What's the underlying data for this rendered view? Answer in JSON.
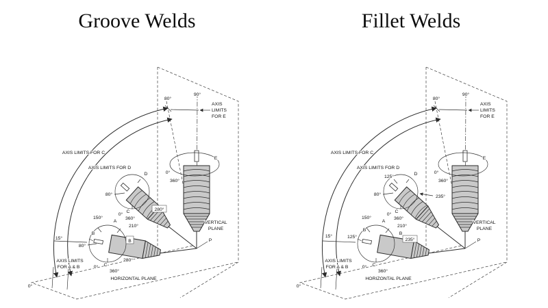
{
  "figure": {
    "description": "Welding test position diagrams",
    "colors": {
      "background": "#ffffff",
      "line": "#2b2b2b",
      "specimen_fill": "#c9c9c9"
    }
  },
  "panels": {
    "groove": {
      "title": "Groove Welds",
      "labels": {
        "deg80_top": "80°",
        "deg90": "90°",
        "axis_e_1": "AXIS",
        "axis_e_2": "LIMITS",
        "axis_e_3": "FOR E",
        "axis_c": "AXIS LIMITS FOR C",
        "axis_d": "AXIS LIMITS FOR D",
        "spec_d": "D",
        "d_80": "80°",
        "d_280_box": "280°",
        "d_0": "0°",
        "d_c": "C",
        "d_360": "360°",
        "spec_e": "E",
        "e_0": "0°",
        "e_360": "360°",
        "ab_150": "150°",
        "spec_a": "A",
        "ab_210": "210°",
        "spec_b": "B",
        "deg15": "15°",
        "ab_80": "80°",
        "ab_b_box": "B",
        "ab_280": "280°",
        "ab_0": "0°",
        "ab_c": "C",
        "ab_360": "360°",
        "axis_ab_1": "AXIS LIMITS",
        "axis_ab_2": "FOR A & B",
        "horizontal_plane": "HORIZONTAL PLANE",
        "vertical_1": "VERTICAL",
        "vertical_2": "PLANE",
        "p": "P",
        "deg0": "0°"
      }
    },
    "fillet": {
      "title": "Fillet Welds",
      "labels": {
        "deg80_top": "80°",
        "deg90": "90°",
        "axis_e_1": "AXIS",
        "axis_e_2": "LIMITS",
        "axis_e_3": "FOR E",
        "axis_c": "AXIS LIMITS FOR C",
        "axis_d": "AXIS LIMITS FOR D",
        "spec_d": "D",
        "d_125": "125°",
        "d_80": "80°",
        "d_235": "235°",
        "d_0": "0°",
        "d_c": "C",
        "d_360": "360°",
        "spec_e": "E",
        "e_0": "0°",
        "e_360": "360°",
        "ab_150": "150°",
        "spec_a": "A",
        "ab_210": "210°",
        "spec_b": "B",
        "ab_125": "125°",
        "deg15": "15°",
        "ab_b2": "B",
        "ab_235_box": "235°",
        "ab_0": "0°",
        "ab_c": "C",
        "ab_360": "360°",
        "axis_ab_1": "AXIS LIMITS",
        "axis_ab_2": "FOR A & B",
        "horizontal_plane": "HORIZONTAL PLANE",
        "vertical_1": "VERTICAL",
        "vertical_2": "PLANE",
        "p": "P",
        "deg0": "0°"
      }
    }
  }
}
